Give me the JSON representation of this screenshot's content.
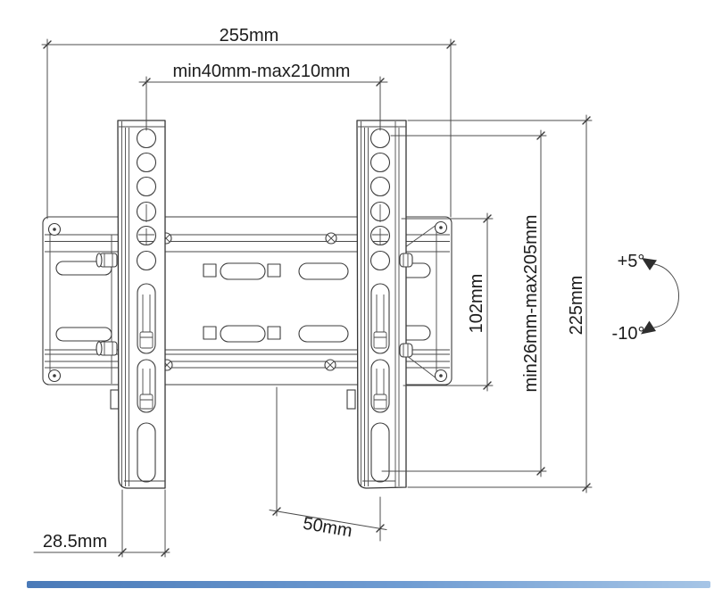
{
  "drawing": {
    "subject": "tilting TV wall mount bracket, front technical view",
    "labels": {
      "total_width": "255mm",
      "horizontal_hole_range": "min40mm-max210mm",
      "plate_height": "102mm",
      "vertical_hole_range": "min26mm-max205mm",
      "bracket_height": "225mm",
      "column_width": "28.5mm",
      "wall_distance": "50mm",
      "tilt_up": "+5°",
      "tilt_down": "-10°"
    },
    "colors": {
      "line": "#3c3c3c",
      "text": "#1c1c1c",
      "background": "#ffffff",
      "accent_bar_start": "#4a7ab8",
      "accent_bar_mid": "#6f9cd2",
      "accent_bar_end": "#a6c5e6"
    }
  }
}
